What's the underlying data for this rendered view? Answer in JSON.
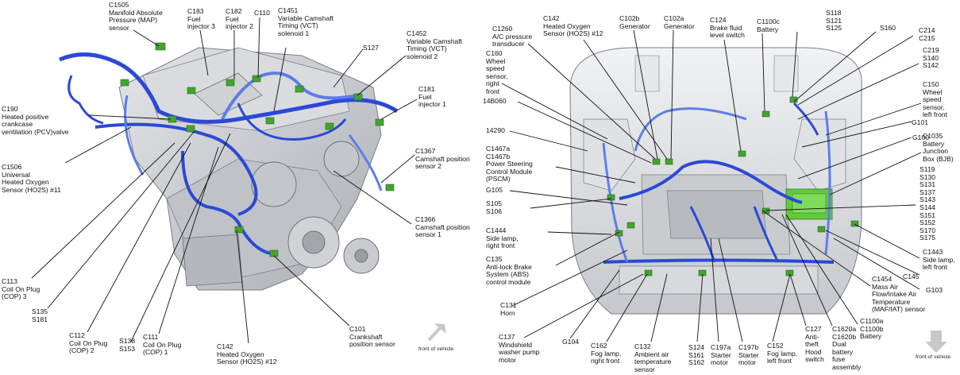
{
  "colors": {
    "harness": "#2b49d6",
    "harness_light": "#5d7de8",
    "connector": "#43a330",
    "bjb": "#62c93e",
    "engine": "#c9cbcf",
    "engine_dark": "#8f9398",
    "leader": "#111111",
    "arrow": "#c8c8c8"
  },
  "left_panel": {
    "labels": [
      {
        "id": "c1505",
        "text": "C1505\nManifold Absolute\nPressure (MAP)\nsensor"
      },
      {
        "id": "c183",
        "text": "C183\nFuel\ninjector 3"
      },
      {
        "id": "c182",
        "text": "C182\nFuel\ninjector 2"
      },
      {
        "id": "c110",
        "text": "C110"
      },
      {
        "id": "c1451",
        "text": "C1451\nVariable Camshaft\nTiming (VCT)\nsolenoid 1"
      },
      {
        "id": "s127",
        "text": "S127"
      },
      {
        "id": "c1452",
        "text": "C1452\nVariable Camshaft\nTiming (VCT)\nsolenoid 2"
      },
      {
        "id": "c181",
        "text": "C181\nFuel\ninjector 1"
      },
      {
        "id": "c190",
        "text": "C190\nHeated positive\ncrankcase\nventilation (PCV)valve"
      },
      {
        "id": "c1506",
        "text": "C1506\nUniversal\nHeated Oxygen\nSensor (HO2S) #11"
      },
      {
        "id": "c1367",
        "text": "C1367\nCamshaft position\nsensor 2"
      },
      {
        "id": "c1366",
        "text": "C1366\nCamshaft position\nsensor 1"
      },
      {
        "id": "c113",
        "text": "C113\nCoil On Plug\n(COP) 3"
      },
      {
        "id": "s135",
        "text": "S135\nS181"
      },
      {
        "id": "c112",
        "text": "C112\nCoil On Plug\n(COP) 2"
      },
      {
        "id": "s138",
        "text": "S138\nS153"
      },
      {
        "id": "c111",
        "text": "C111\nCoil On Plug\n(COP) 1"
      },
      {
        "id": "c142l",
        "text": "C142\nHeated Oxygen\nSensor (HO2S) #12"
      },
      {
        "id": "c101",
        "text": "C101\nCrankshaft\nposition sensor"
      }
    ],
    "front_of_vehicle": "front of vehicle"
  },
  "right_panel": {
    "labels": [
      {
        "id": "c1260",
        "text": "C1260\nA/C pressure\ntransducer"
      },
      {
        "id": "c142r",
        "text": "C142\nHeated Oxygen\nSensor (HO2S) #12"
      },
      {
        "id": "c102b",
        "text": "C102b\nGenerator"
      },
      {
        "id": "c102a",
        "text": "C102a\nGenerator"
      },
      {
        "id": "c124",
        "text": "C124\nBrake fluid\nlevel switch"
      },
      {
        "id": "c1100c",
        "text": "C1100c\nBattery"
      },
      {
        "id": "s118",
        "text": "S118\nS121\nS125"
      },
      {
        "id": "s160",
        "text": "S160"
      },
      {
        "id": "c214",
        "text": "C214\nC215"
      },
      {
        "id": "c160",
        "text": "C160\nWheel\nspeed\nsensor,\nright\nfront"
      },
      {
        "id": "c219",
        "text": "C219\nS140\nS142"
      },
      {
        "id": "14b060",
        "text": "14B060"
      },
      {
        "id": "c150",
        "text": "C150\nWheel\nspeed\nsensor,\nleft front"
      },
      {
        "id": "g101",
        "text": "G101"
      },
      {
        "id": "14290",
        "text": "14290"
      },
      {
        "id": "g100",
        "text": "G100"
      },
      {
        "id": "c1467",
        "text": "C1467a\nC1467b\nPower Steering\nControl Module\n(PSCM)"
      },
      {
        "id": "c1035",
        "text": "C1035\nBattery\nJunction\nBox (BJB)"
      },
      {
        "id": "g105",
        "text": "G105"
      },
      {
        "id": "s105",
        "text": "S105\nS106"
      },
      {
        "id": "s119",
        "text": "S119\nS130\nS131\nS137\nS143\nS144\nS151\nS152\nS170\nS175"
      },
      {
        "id": "c1444",
        "text": "C1444\nSide lamp,\nright front"
      },
      {
        "id": "c135",
        "text": "C135\nAnti-lock Brake\nSystem (ABS)\ncontrol module"
      },
      {
        "id": "c1443",
        "text": "C1443\nSide lamp,\nleft front"
      },
      {
        "id": "c145",
        "text": "C145"
      },
      {
        "id": "c1454",
        "text": "C1454\nMass Air\nFlow/Intake Air\nTemperature\n(MAF/IAT) sensor"
      },
      {
        "id": "g103",
        "text": "G103"
      },
      {
        "id": "c131",
        "text": "C131\nHorn"
      },
      {
        "id": "c1100a",
        "text": "C1100a\nC1100b\nBattery"
      },
      {
        "id": "c127",
        "text": "C127\nAnti-\ntheft\nHood\nswitch"
      },
      {
        "id": "c1620",
        "text": "C1620a\nC1620b\nDual\nbattery\nfuse\nassembly"
      },
      {
        "id": "c137",
        "text": "C137\nWindshield\nwasher pump\nmotor"
      },
      {
        "id": "g104",
        "text": "G104"
      },
      {
        "id": "c162",
        "text": "C162\nFog lamp,\nright front"
      },
      {
        "id": "c132",
        "text": "C132\nAmbient air\ntemperature\nsensor"
      },
      {
        "id": "s124",
        "text": "S124\nS161\nS162"
      },
      {
        "id": "c197a",
        "text": "C197a\nStarter\nmotor"
      },
      {
        "id": "c197b",
        "text": "C197b\nStarter\nmotor"
      },
      {
        "id": "c152",
        "text": "C152\nFog lamp,\nleft front"
      }
    ],
    "front_of_vehicle": "front of vehicle"
  }
}
